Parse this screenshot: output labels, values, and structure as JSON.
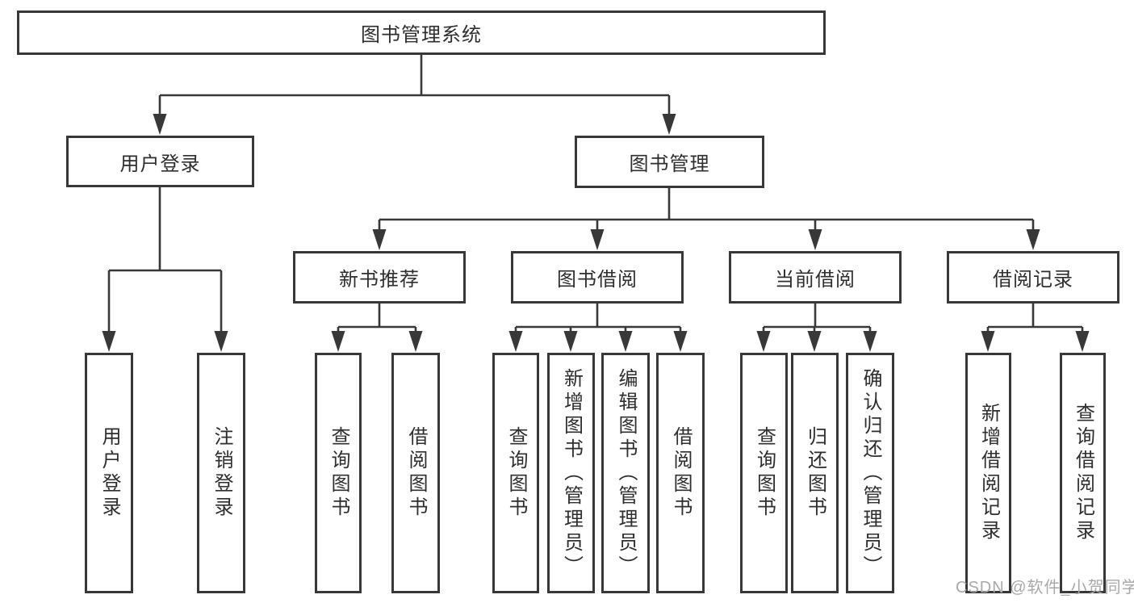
{
  "tree": {
    "label": "图书管理系统",
    "children": [
      {
        "label": "用户登录",
        "children": [
          {
            "label": "用户登录"
          },
          {
            "label": "注销登录"
          }
        ]
      },
      {
        "label": "图书管理",
        "children": [
          {
            "label": "新书推荐",
            "children": [
              {
                "label": "查询图书"
              },
              {
                "label": "借阅图书"
              }
            ]
          },
          {
            "label": "图书借阅",
            "children": [
              {
                "label": "查询图书"
              },
              {
                "label": "新增图书（管理员）"
              },
              {
                "label": "编辑图书（管理员）"
              },
              {
                "label": "借阅图书"
              }
            ]
          },
          {
            "label": "当前借阅",
            "children": [
              {
                "label": "查询图书"
              },
              {
                "label": "归还图书"
              },
              {
                "label": "确认归还（管理员）"
              }
            ]
          },
          {
            "label": "借阅记录",
            "children": [
              {
                "label": "新增借阅记录"
              },
              {
                "label": "查询借阅记录"
              }
            ]
          }
        ]
      }
    ]
  },
  "watermark": {
    "text": "CSDN @软件_小贺同学"
  },
  "colors": {
    "line": "#383838",
    "box_border": "#383838",
    "text": "#2e2e2e",
    "watermark": "#a9a9a9",
    "background": "#ffffff"
  }
}
